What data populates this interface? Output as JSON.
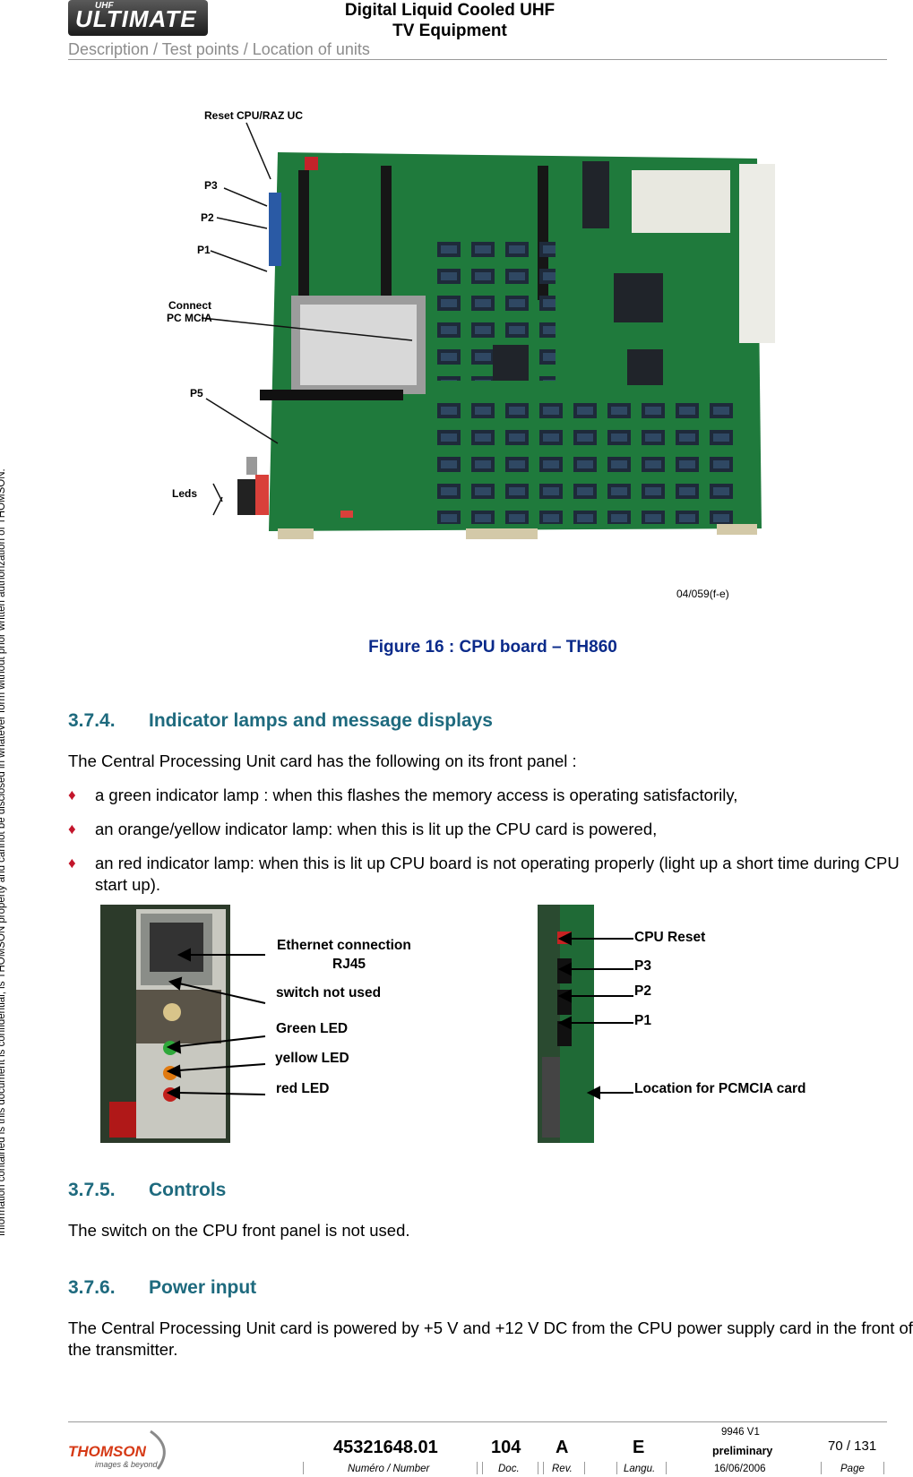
{
  "header": {
    "logo_text": "ULTIMATE",
    "logo_sup": "UHF",
    "title_line1": "Digital Liquid Cooled UHF",
    "title_line2": "TV Equipment",
    "subtitle": "Description / Test points / Location of units"
  },
  "side_notice": "Information contained is this document is confidential, is THOMSON property and cannot be disclosed in whatever form without prior written authorization of THOMSON.",
  "figure16": {
    "labels": {
      "reset": "Reset CPU/RAZ UC",
      "p3": "P3",
      "p2": "P2",
      "p1": "P1",
      "connect": "Connect",
      "pcmcia": "PC MCIA",
      "p5": "P5",
      "leds": "Leds",
      "ref": "04/059(f-e)"
    },
    "caption": "Figure 16 : CPU board – TH860"
  },
  "section_374": {
    "number": "3.7.4.",
    "title": "Indicator lamps and message displays",
    "intro": "The Central Processing Unit card has the following on its front panel :",
    "bullets": [
      "a green indicator lamp : when this flashes the memory access is operating satisfactorily,",
      "an orange/yellow indicator lamp: when this is lit up the CPU card is powered,",
      "an red indicator lamp: when this is lit up CPU board is not operating properly (light up a short time during CPU start up)."
    ]
  },
  "photo_left_labels": {
    "ethernet": "Ethernet connection",
    "rj45": "RJ45",
    "switch": "switch not used",
    "green": "Green LED",
    "yellow": "yellow LED",
    "red": "red LED"
  },
  "photo_right_labels": {
    "cpu_reset": "CPU Reset",
    "p3": "P3",
    "p2": "P2",
    "p1": "P1",
    "pcmcia": "Location for PCMCIA card"
  },
  "section_375": {
    "number": "3.7.5.",
    "title": "Controls",
    "text": "The switch on the CPU front panel is not used."
  },
  "section_376": {
    "number": "3.7.6.",
    "title": "Power input",
    "text": "The Central Processing Unit card is powered by +5 V and +12 V DC from the CPU power supply card in the front of the transmitter."
  },
  "footer": {
    "logo_brand": "THOMSON",
    "logo_tag": "images & beyond",
    "number": "45321648.01",
    "doc": "104",
    "rev": "A",
    "langu": "E",
    "version": "9946 V1",
    "status": "preliminary",
    "page": "70 / 131",
    "number_label": "Numéro / Number",
    "doc_label": "Doc.",
    "rev_label": "Rev.",
    "langu_label": "Langu.",
    "date": "16/06/2006",
    "page_label": "Page"
  },
  "colors": {
    "heading": "#1e6a7e",
    "caption": "#0a2a8a",
    "bullet": "#c3152b",
    "pcb_green": "#1f7a3c"
  }
}
